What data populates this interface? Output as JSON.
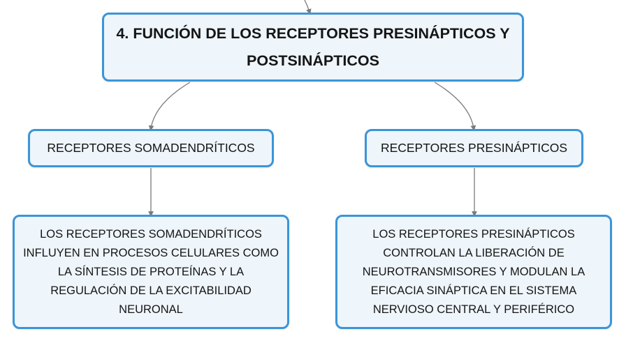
{
  "root": {
    "title": "4. FUNCIÓN DE LOS RECEPTORES PRESINÁPTICOS Y POSTSINÁPTICOS"
  },
  "left_branch": {
    "label": "RECEPTORES SOMADENDRÍTICOS",
    "description": "LOS RECEPTORES SOMADENDRÍTICOS INFLUYEN EN PROCESOS CELULARES COMO LA SÍNTESIS DE PROTEÍNAS Y LA REGULACIÓN DE LA EXCITABILIDAD NEURONAL"
  },
  "right_branch": {
    "label": "RECEPTORES PRESINÁPTICOS",
    "description": "LOS RECEPTORES PRESINÁPTICOS CONTROLAN LA LIBERACIÓN DE NEUROTRANSMISORES Y MODULAN LA EFICACIA SINÁPTICA EN EL SISTEMA NERVIOSO CENTRAL Y PERIFÉRICO"
  },
  "colors": {
    "node_border": "#3a95d8",
    "node_fill": "#eef5fb",
    "connector": "#7a7a7a",
    "text": "#151515"
  }
}
